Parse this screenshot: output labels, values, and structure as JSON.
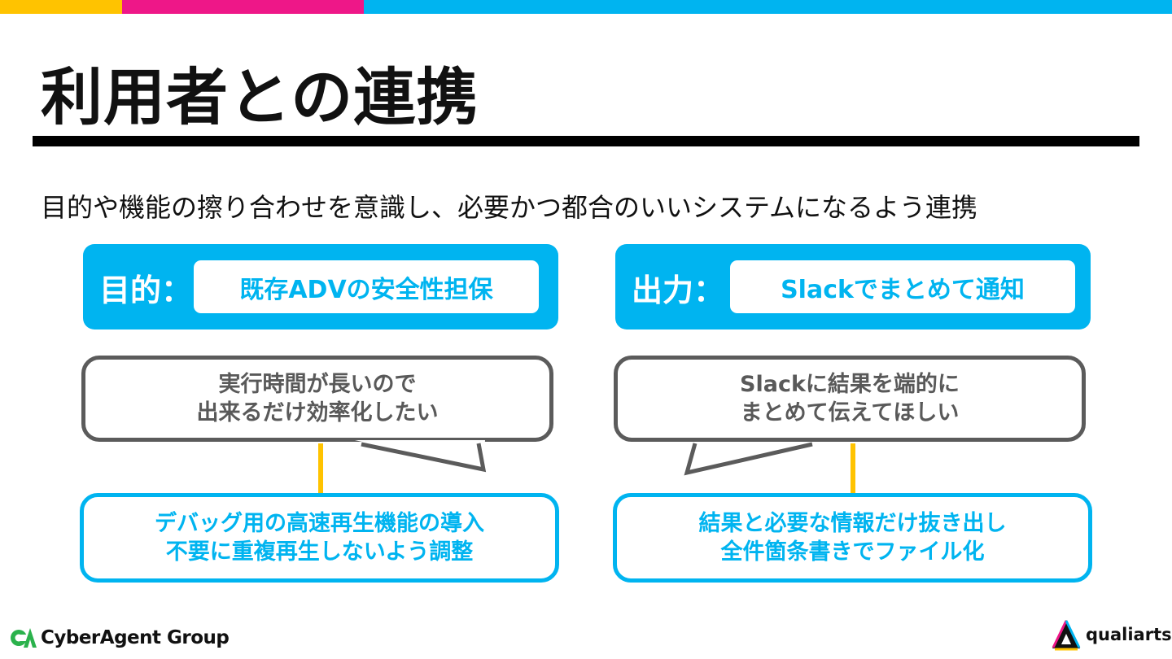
{
  "colors": {
    "accent_blue": "#00b4f0",
    "accent_pink": "#ee1788",
    "accent_yellow": "#ffc300",
    "bubble_gray": "#5b5b5b",
    "text_gray": "#595959",
    "ca_green": "#2bb24c"
  },
  "slide": {
    "title": "利用者との連携",
    "subtitle": "目的や機能の擦り合わせを意識し、必要かつ都合のいいシステムになるよう連携"
  },
  "left": {
    "panel_label": "目的：",
    "panel_value": "既存ADVの安全性担保",
    "request_lines": [
      "実行時間が長いので",
      "出来るだけ効率化したい"
    ],
    "solution_lines": [
      "デバッグ用の高速再生機能の導入",
      "不要に重複再生しないよう調整"
    ]
  },
  "right": {
    "panel_label": "出力：",
    "panel_value": "Slackでまとめて通知",
    "request_lines": [
      "Slackに結果を端的に",
      "まとめて伝えてほしい"
    ],
    "solution_lines": [
      "結果と必要な情報だけ抜き出し",
      "全件箇条書きでファイル化"
    ]
  },
  "footer": {
    "left_logo_text": "CyberAgent Group",
    "right_logo_text": "qualiarts"
  }
}
